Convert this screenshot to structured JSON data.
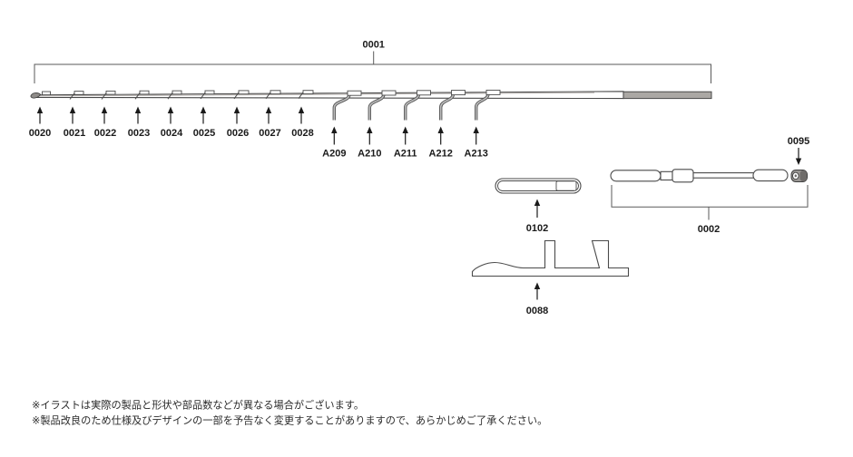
{
  "assembly": {
    "id": "0001"
  },
  "rod_sections": [
    {
      "id": "0020"
    },
    {
      "id": "0021"
    },
    {
      "id": "0022"
    },
    {
      "id": "0023"
    },
    {
      "id": "0024"
    },
    {
      "id": "0025"
    },
    {
      "id": "0026"
    },
    {
      "id": "0027"
    },
    {
      "id": "0028"
    }
  ],
  "guides": [
    {
      "id": "A209"
    },
    {
      "id": "A210"
    },
    {
      "id": "A211"
    },
    {
      "id": "A212"
    },
    {
      "id": "A213"
    }
  ],
  "parts": {
    "handle_assembly": {
      "id": "0002"
    },
    "end_cap": {
      "id": "0095"
    },
    "grip_case": {
      "id": "0102"
    },
    "stand": {
      "id": "0088"
    }
  },
  "footnotes": {
    "line1": "※イラストは実際の製品と形状や部品数などが異なる場合がございます。",
    "line2": "※製品改良のため仕様及びデザインの一部を予告なく変更することがありますので、あらかじめご了承ください。"
  },
  "colors": {
    "outline": "#4a4a4a",
    "label": "#1a1a1a",
    "grip_fill": "#aba8a4",
    "leg_fill": "#6e6e6e"
  }
}
